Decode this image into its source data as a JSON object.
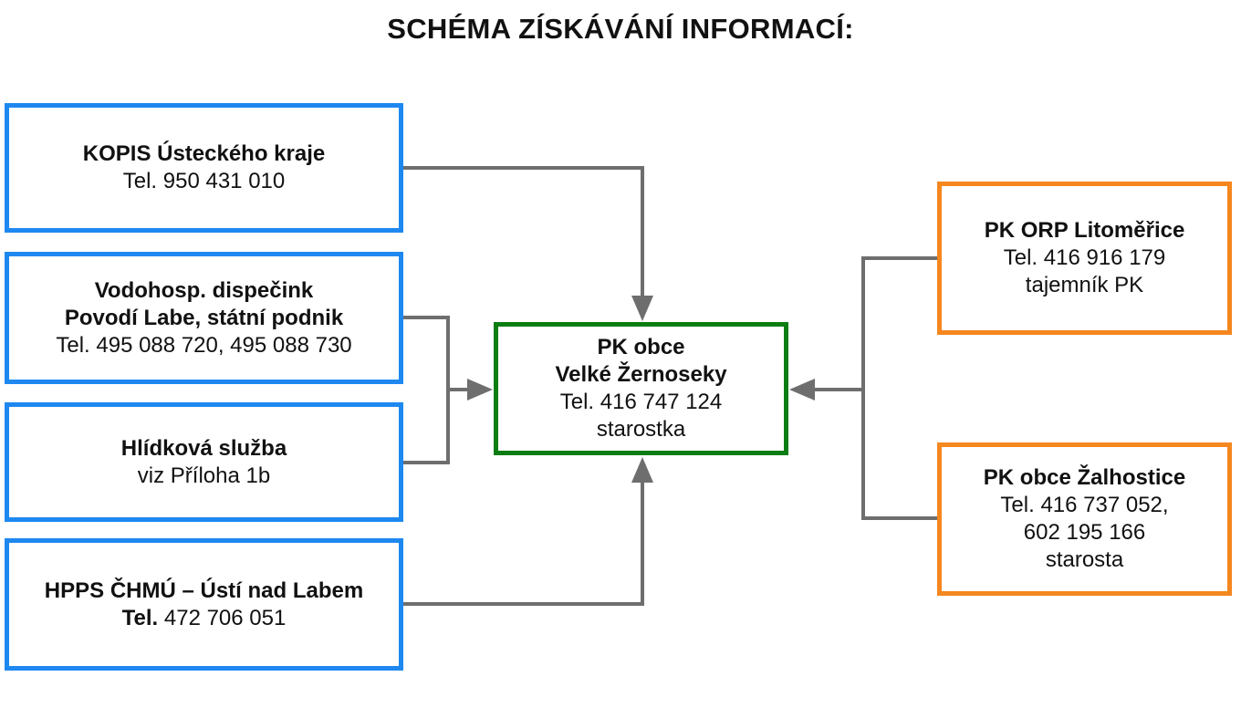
{
  "title": "SCHÉMA ZÍSKÁVÁNÍ INFORMACÍ:",
  "colors": {
    "source_border": "#1e88f0",
    "center_border": "#0b7d12",
    "side_border": "#f5871f",
    "connector": "#6e6e6e"
  },
  "nodes": {
    "kopis": {
      "title": "KOPIS Ústeckého kraje",
      "lines": [
        "Tel. 950 431 010"
      ]
    },
    "vodo": {
      "title_lines": [
        "Vodohosp. dispečink",
        "Povodí Labe, státní podnik"
      ],
      "lines": [
        "Tel. 495 088 720, 495 088 730"
      ]
    },
    "hlidka": {
      "title": "Hlídková služba",
      "lines": [
        "viz Příloha 1b"
      ]
    },
    "hpps": {
      "title": "HPPS ČHMÚ – Ústí nad Labem",
      "tel_label": "Tel.",
      "tel_number": "472 706 051"
    },
    "center": {
      "title_lines": [
        "PK obce",
        "Velké Žernoseky"
      ],
      "lines": [
        "Tel. 416 747 124",
        "starostka"
      ]
    },
    "orp": {
      "title": "PK ORP Litoměřice",
      "lines": [
        "Tel. 416 916 179",
        "tajemník PK"
      ]
    },
    "zalhostice": {
      "title": "PK obce Žalhostice",
      "lines": [
        "Tel. 416 737 052,",
        "602 195 166",
        "starosta"
      ]
    }
  }
}
